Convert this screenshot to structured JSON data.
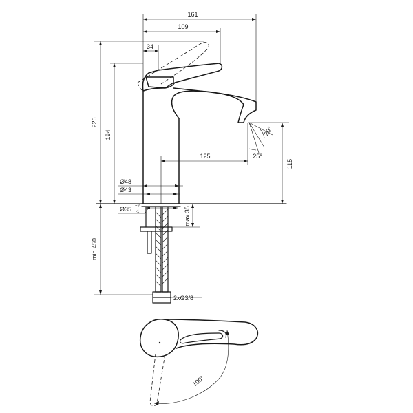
{
  "dimensions": {
    "width_161": "161",
    "width_109": "109",
    "width_34": "34",
    "height_226": "226",
    "height_194": "194",
    "reach_125": "125",
    "height_115": "115",
    "angle_20": "20°",
    "angle_25": "25°",
    "dia_48": "Ø48",
    "dia_43": "Ø43",
    "dia_35": "Ø35",
    "dia_35_tol_plus": "+2",
    "dia_35_tol_minus": "-1",
    "max_35": "max.35",
    "min_450": "min.450",
    "thread": "2xG3/8",
    "angle_100": "100°"
  }
}
